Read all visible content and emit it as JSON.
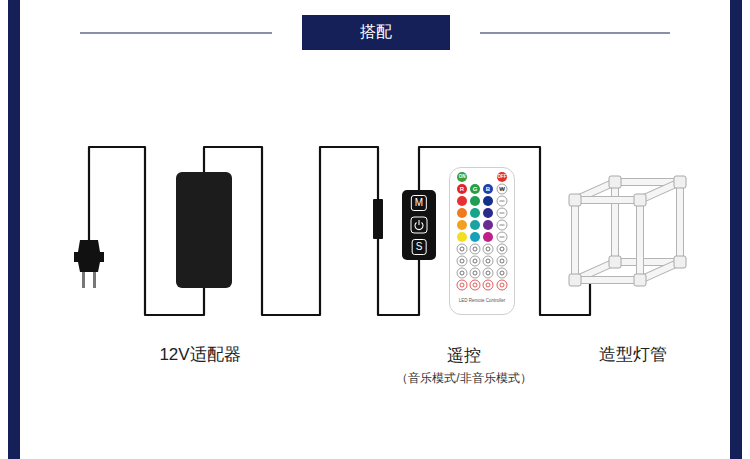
{
  "diagram": {
    "title": "搭配",
    "nodes": [
      {
        "text": [
          "12V适配器"
        ]
      },
      {
        "text": [
          "M",
          "S"
        ]
      },
      {
        "text": [
          "遥控",
          "（音乐模式/非音乐模式）"
        ]
      },
      {
        "text": [
          "造型灯管"
        ]
      }
    ],
    "edges": [
      {
        "from": 0,
        "to": 1,
        "arrow": "none"
      },
      {
        "from": 1,
        "to": 3,
        "arrow": "none"
      }
    ],
    "labels": [
      "ON",
      "OFF",
      "R",
      "G",
      "B",
      "W",
      "LED Remote Controller"
    ]
  }
}
